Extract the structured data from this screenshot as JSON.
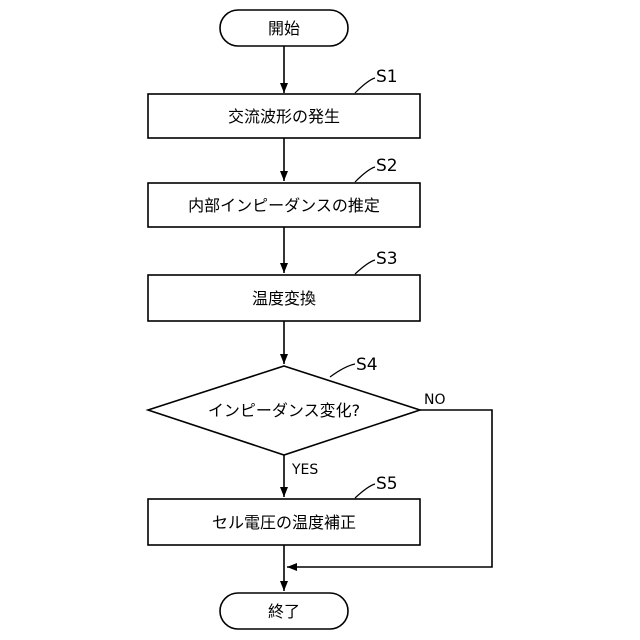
{
  "flowchart": {
    "start": "開始",
    "end": "終了",
    "steps": [
      {
        "id": "S1",
        "text": "交流波形の発生"
      },
      {
        "id": "S2",
        "text": "内部インピーダンスの推定"
      },
      {
        "id": "S3",
        "text": "温度変換"
      },
      {
        "id": "S4",
        "text": "インピーダンス変化?",
        "yes": "YES",
        "no": "NO"
      },
      {
        "id": "S5",
        "text": "セル電圧の温度補正"
      }
    ]
  }
}
